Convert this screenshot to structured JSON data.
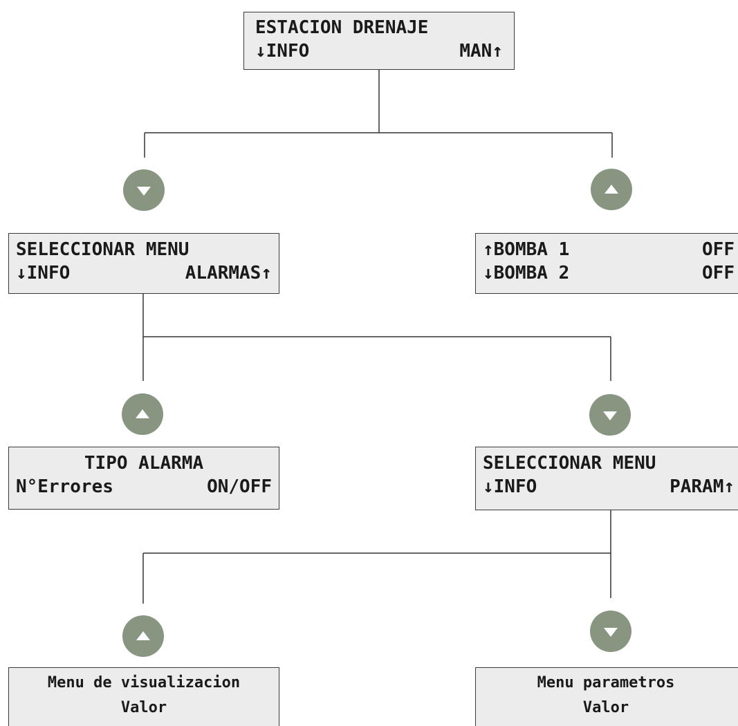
{
  "root": {
    "line1": "ESTACION DRENAJE",
    "line2_left": "↓INFO",
    "line2_right": "MAN↑"
  },
  "select_menu_1": {
    "line1": "SELECCIONAR MENU",
    "line2_left": "↓INFO",
    "line2_right": "ALARMAS↑"
  },
  "bombas": {
    "row1_label": "↑BOMBA 1",
    "row1_value": "OFF",
    "row2_label": "↓BOMBA 2",
    "row2_value": "OFF"
  },
  "tipo_alarma": {
    "line1": "TIPO ALARMA",
    "line2_left": "N°Errores",
    "line2_right": "ON/OFF"
  },
  "select_menu_2": {
    "line1": "SELECCIONAR MENU",
    "line2_left": "↓INFO",
    "line2_right": "PARAM↑"
  },
  "menu_visualizacion": {
    "line1": "Menu de visualizacion",
    "line2": "Valor"
  },
  "menu_parametros": {
    "line1": "Menu parametros",
    "line2": "Valor"
  },
  "buttons": {
    "root_left": "down-arrow-icon",
    "root_right": "up-arrow-icon",
    "menu1_left": "up-arrow-icon",
    "menu1_right": "down-arrow-icon",
    "menu2_left": "up-arrow-icon",
    "menu2_right": "down-arrow-icon"
  },
  "colors": {
    "button_fill": "#889580",
    "display_fill": "#ececec",
    "line": "#333333"
  }
}
